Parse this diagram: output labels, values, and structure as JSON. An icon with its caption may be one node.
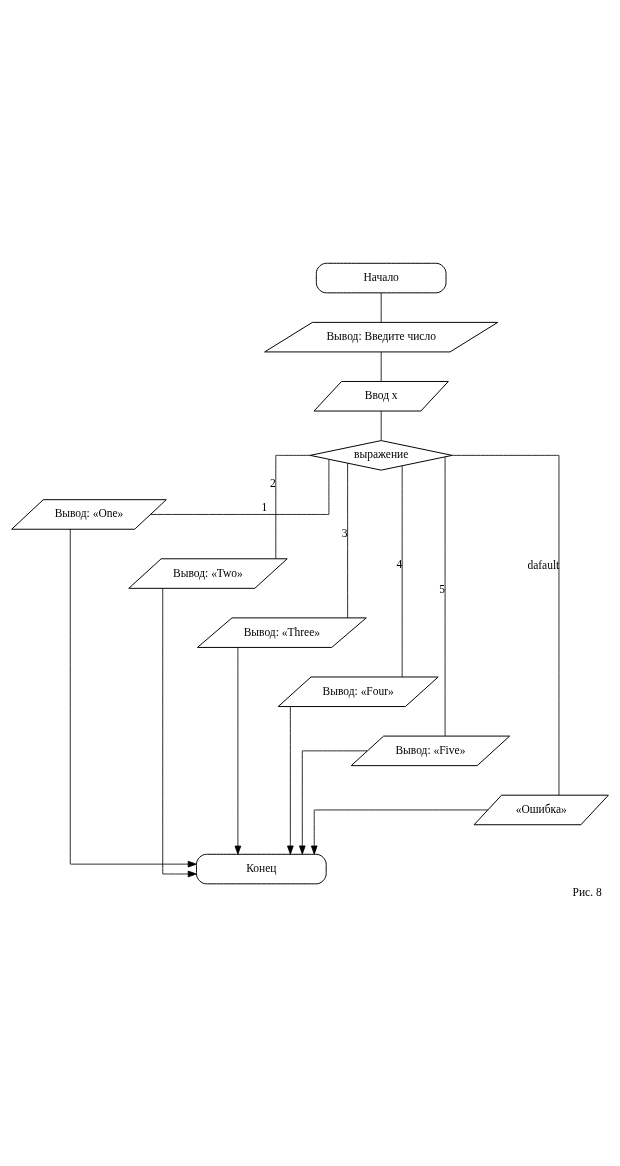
{
  "diagram": {
    "caption": "Рис. 8",
    "nodes": [
      {
        "text": [
          "Начало"
        ]
      },
      {
        "text": [
          "Вывод: Введите число"
        ]
      },
      {
        "text": [
          "Ввод x"
        ]
      },
      {
        "text": [
          "выражение"
        ]
      },
      {
        "text": [
          "Вывод: «One»"
        ]
      },
      {
        "text": [
          "Вывод: «Two»"
        ]
      },
      {
        "text": [
          "Вывод: «Three»"
        ]
      },
      {
        "text": [
          "Вывод: «Four»"
        ]
      },
      {
        "text": [
          "Вывод: «Five»"
        ]
      },
      {
        "text": [
          "«Ошибка»"
        ]
      },
      {
        "text": [
          "Конец"
        ]
      }
    ],
    "edges": [
      {
        "from": 0,
        "to": 1,
        "arrow": "none"
      },
      {
        "from": 1,
        "to": 2,
        "arrow": "none"
      },
      {
        "from": 2,
        "to": 3,
        "arrow": "none"
      },
      {
        "from": 3,
        "to": 4,
        "arrow": "none",
        "label": "1"
      },
      {
        "from": 3,
        "to": 5,
        "arrow": "none",
        "label": "2"
      },
      {
        "from": 3,
        "to": 6,
        "arrow": "none",
        "label": "3"
      },
      {
        "from": 3,
        "to": 7,
        "arrow": "none",
        "label": "4"
      },
      {
        "from": 3,
        "to": 8,
        "arrow": "none",
        "label": "5"
      },
      {
        "from": 3,
        "to": 9,
        "arrow": "none",
        "label": "dafault"
      },
      {
        "from": 4,
        "to": 10,
        "arrow": "to"
      },
      {
        "from": 5,
        "to": 10,
        "arrow": "to"
      },
      {
        "from": 6,
        "to": 10,
        "arrow": "to"
      },
      {
        "from": 7,
        "to": 10,
        "arrow": "to"
      },
      {
        "from": 8,
        "to": 10,
        "arrow": "to"
      },
      {
        "from": 9,
        "to": 10,
        "arrow": "to"
      }
    ]
  }
}
